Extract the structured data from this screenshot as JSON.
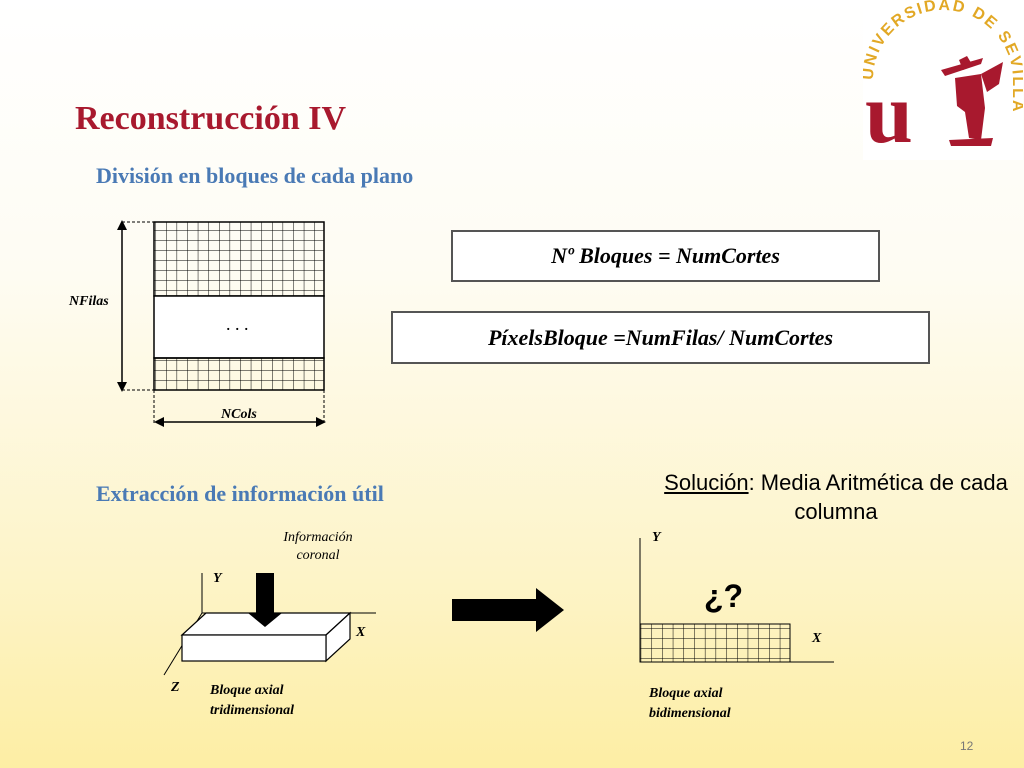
{
  "slide": {
    "title": "Reconstrucción IV",
    "subtitle_division": "División en bloques de cada plano",
    "subtitle_extraction": "Extracción de información útil",
    "page_number": "12"
  },
  "grid_diagram": {
    "rows_label": "NFilas",
    "cols_label": "NCols",
    "ellipsis": ". . ."
  },
  "formulas": {
    "blocks": "Nº Bloques = NumCortes",
    "pixels_per_block": "PíxelsBloque =NumFilas/ NumCortes"
  },
  "extraction_3d": {
    "info_label": "Información coronal",
    "axis_y": "Y",
    "axis_x": "X",
    "axis_z": "Z",
    "block_label": "Bloque axial tridimensional"
  },
  "solution": {
    "prefix": "Solución",
    "text": ": Media Aritmética de cada columna"
  },
  "extraction_2d": {
    "axis_y": "Y",
    "axis_x": "X",
    "question": "¿?",
    "block_label": "Bloque axial bidimensional"
  },
  "logo": {
    "text": "UNIVERSIDAD DE SEVILLA",
    "letter": "u",
    "color": "#a8192e",
    "gold": "#e2a825"
  }
}
